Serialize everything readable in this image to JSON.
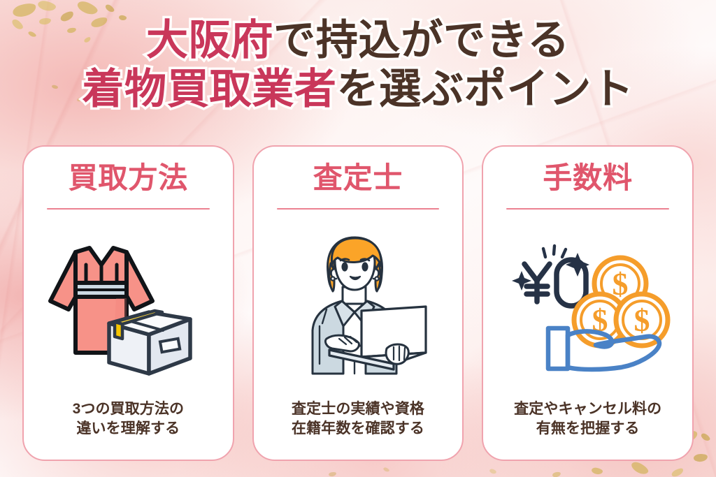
{
  "page": {
    "background_style": "pink-watercolor-marble-gold-foil",
    "colors": {
      "crimson": "#c9375a",
      "brown": "#4b3327",
      "card_title_rose": "#e0566c",
      "card_border_pink": "#f0a3ae",
      "divider_pink": "#ec8191",
      "card_background": "#ffffff",
      "gold_foil": "#cdb04a"
    }
  },
  "title": {
    "line1_highlight": "大阪府",
    "line1_rest": "で持込ができる",
    "line2_highlight": "着物買取業者",
    "line2_rest": "を選ぶポイント",
    "full_text": "大阪府で持込ができる着物買取業者を選ぶポイント"
  },
  "cards": [
    {
      "id": "buyback-method",
      "title": "買取方法",
      "illustration": "kimono-and-parcel-box-icon",
      "illustration_parts": [
        "pink kimono with light-blue obi",
        "white cardboard box with yellow tape"
      ],
      "caption_line1": "3つの買取方法の",
      "caption_line2": "違いを理解する"
    },
    {
      "id": "appraiser",
      "title": "査定士",
      "illustration": "female-appraiser-with-laptop-icon",
      "illustration_parts": [
        "woman with orange bob hair",
        "light gray business suit",
        "open laptop"
      ],
      "caption_line1": "査定士の実績や資格",
      "caption_line2": "在籍年数を確認する"
    },
    {
      "id": "fees",
      "title": "手数料",
      "illustration": "zero-yen-coins-on-hand-icon",
      "illustration_parts": [
        "¥0 badge with sparkles",
        "three orange dollar coins",
        "blue open hand"
      ],
      "zero_fee_label": "¥0",
      "coin_symbol": "$",
      "caption_line1": "査定やキャンセル料の",
      "caption_line2": "有無を把握する"
    }
  ]
}
